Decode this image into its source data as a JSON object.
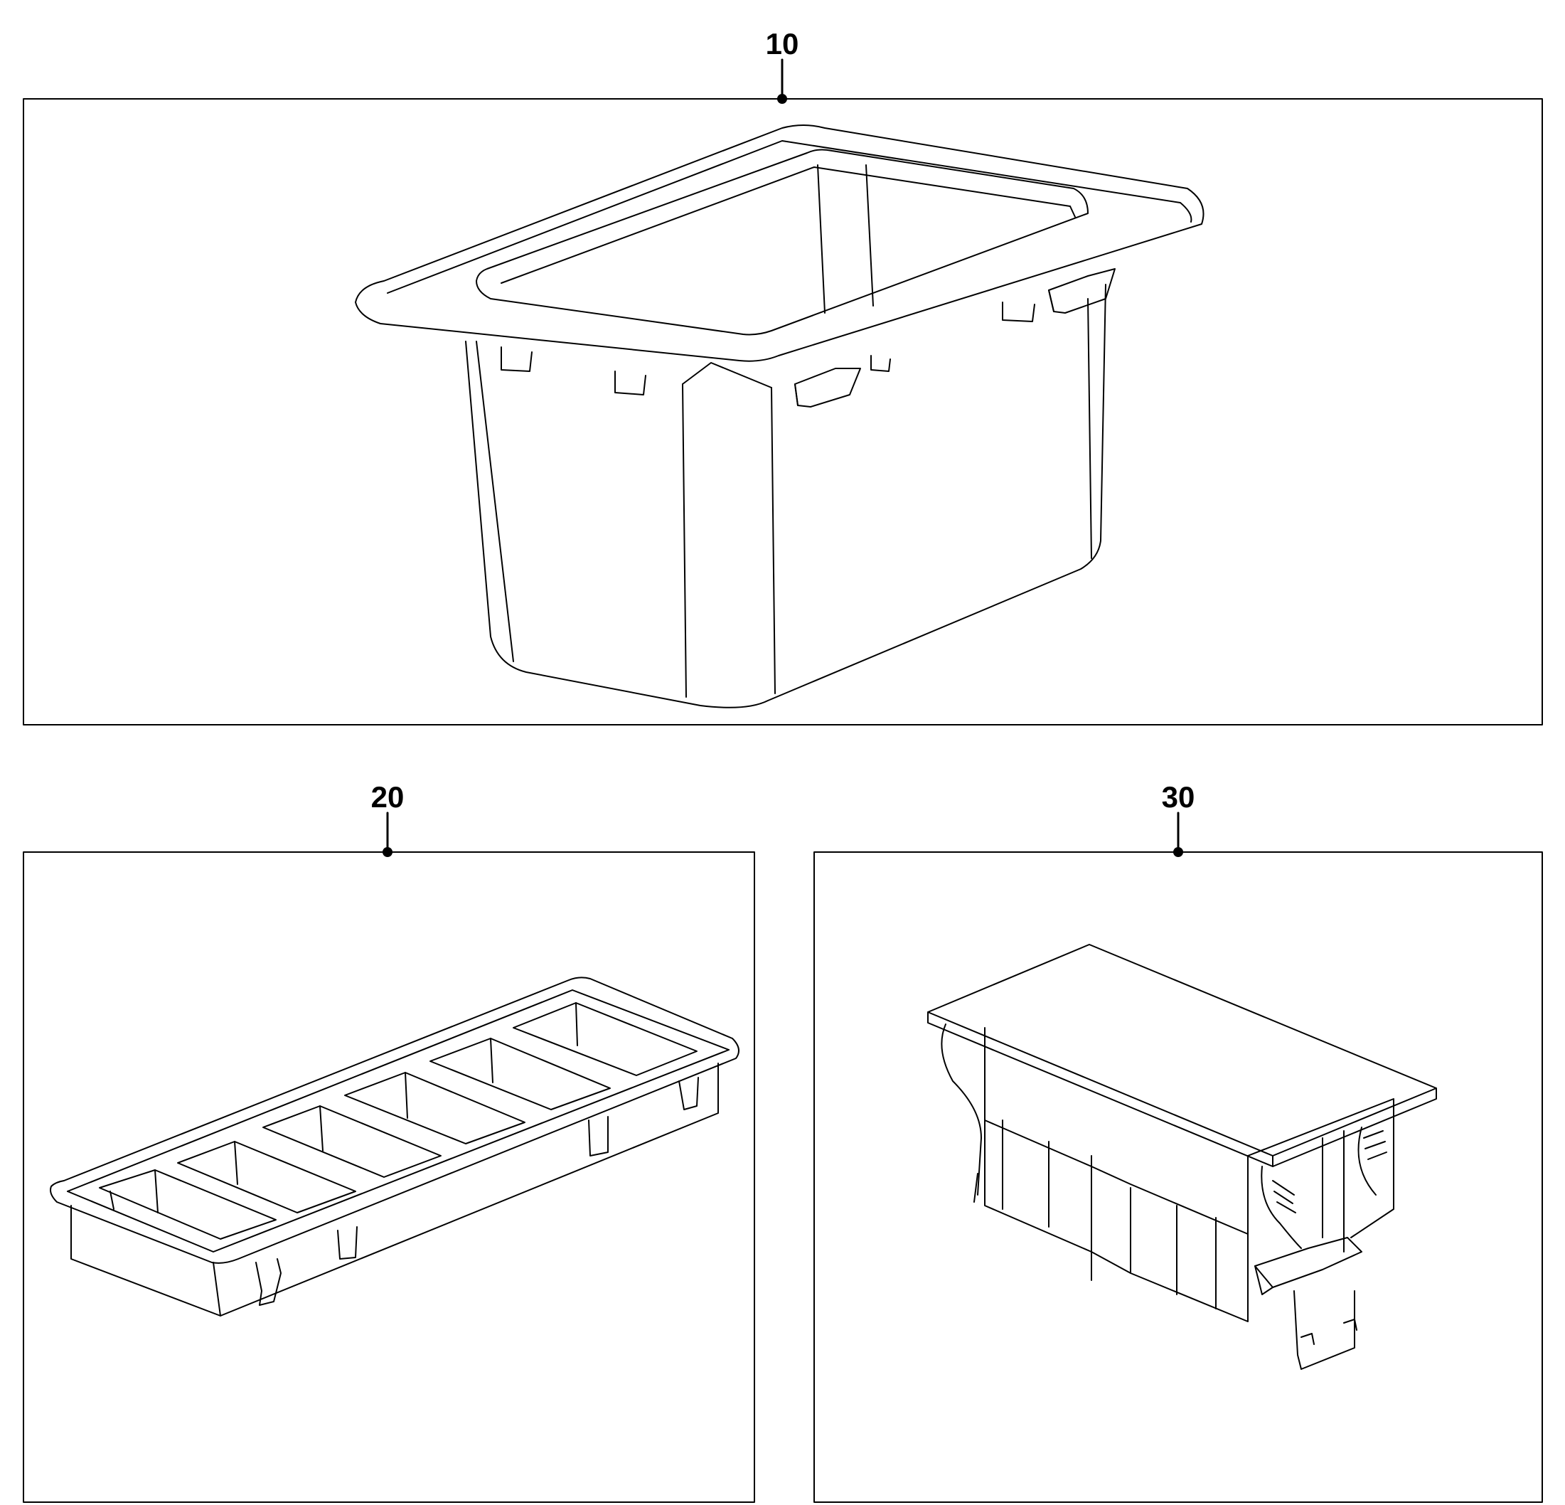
{
  "callouts": [
    {
      "label": "10"
    },
    {
      "label": "20"
    },
    {
      "label": "30"
    }
  ],
  "colors": {
    "line": "#000000",
    "background": "#ffffff"
  }
}
